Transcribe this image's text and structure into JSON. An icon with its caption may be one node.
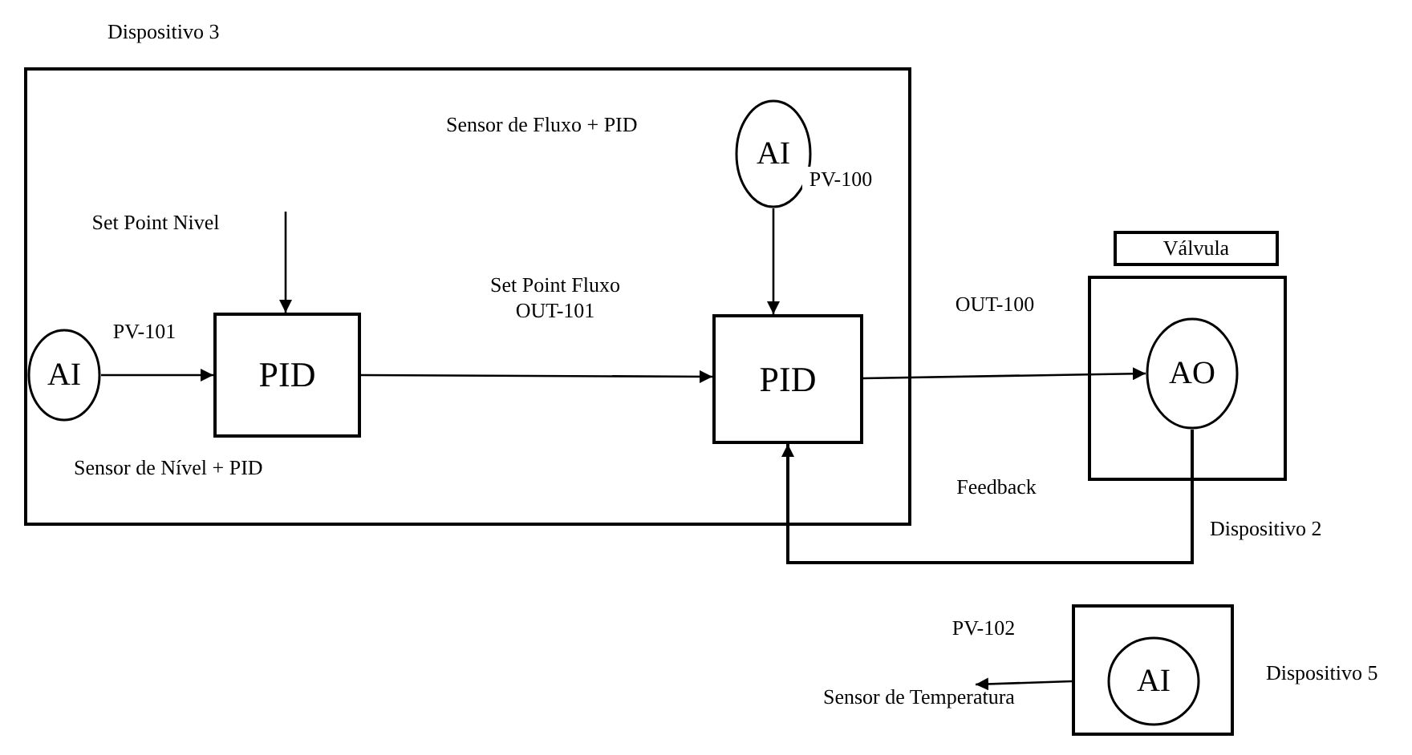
{
  "diagram": {
    "nodes": [
      {
        "text": [
          "Dispositivo 3"
        ]
      },
      {
        "text": [
          "AI"
        ],
        "in": 0
      },
      {
        "text": [
          "PID"
        ],
        "in": 0
      },
      {
        "text": [
          "AI"
        ],
        "in": 0
      },
      {
        "text": [
          "PID"
        ],
        "in": 0
      },
      {
        "text": [
          "Válvula"
        ]
      },
      {
        "text": [
          "Dispositivo 2"
        ]
      },
      {
        "text": [
          "AO"
        ],
        "in": 6
      },
      {
        "text": [
          "Dispositivo 5"
        ]
      },
      {
        "text": [
          "AI"
        ],
        "in": 8
      },
      {
        "text": [
          "Sensor de Temperatura"
        ]
      }
    ],
    "edges": [
      {
        "from": 1,
        "to": 2,
        "arrow": "to",
        "label": "PV-101"
      },
      {
        "from": null,
        "to": 2,
        "arrow": "to",
        "label": "Set Point Nivel"
      },
      {
        "from": 2,
        "to": 4,
        "arrow": "to",
        "label": "Set Point Fluxo OUT-101"
      },
      {
        "from": 3,
        "to": 4,
        "arrow": "to",
        "label": "PV-100"
      },
      {
        "from": 4,
        "to": 7,
        "arrow": "to",
        "label": "OUT-100"
      },
      {
        "from": 7,
        "to": 4,
        "arrow": "to",
        "label": "Feedback"
      },
      {
        "from": 8,
        "to": 10,
        "arrow": "to",
        "label": "PV-102"
      }
    ],
    "labels": [
      "Sensor de Fluxo + PID",
      "Sensor de Nível + PID"
    ]
  }
}
